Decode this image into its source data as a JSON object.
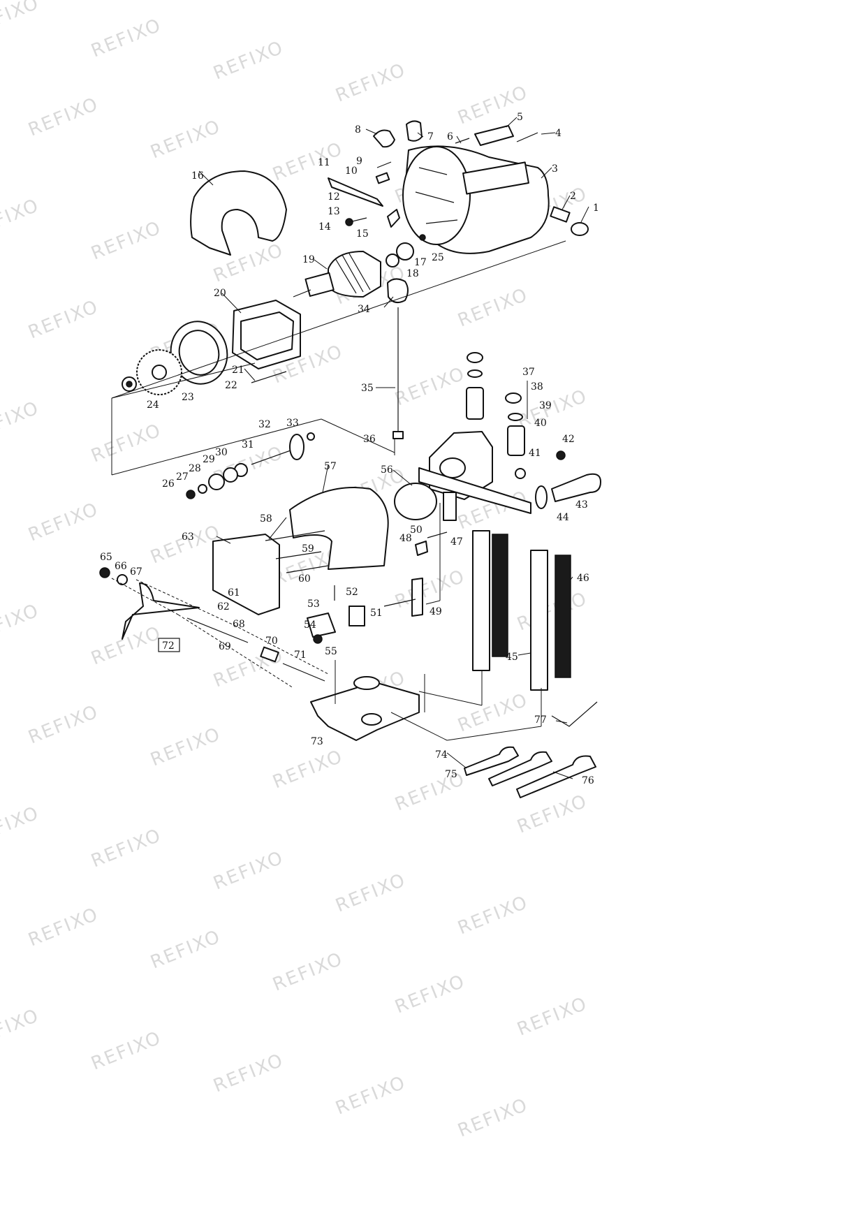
{
  "watermark": "REFIXO",
  "boxed_label": "72",
  "callouts": [
    "1",
    "2",
    "3",
    "4",
    "5",
    "6",
    "7",
    "8",
    "9",
    "10",
    "11",
    "12",
    "13",
    "14",
    "15",
    "16",
    "17",
    "18",
    "19",
    "20",
    "21",
    "22",
    "23",
    "24",
    "25",
    "26",
    "27",
    "28",
    "29",
    "30",
    "31",
    "32",
    "33",
    "34",
    "35",
    "36",
    "37",
    "38",
    "39",
    "40",
    "41",
    "42",
    "43",
    "44",
    "45",
    "46",
    "47",
    "48",
    "49",
    "50",
    "51",
    "52",
    "53",
    "54",
    "55",
    "56",
    "57",
    "58",
    "59",
    "60",
    "61",
    "62",
    "63",
    "65",
    "66",
    "67",
    "68",
    "69",
    "70",
    "71",
    "73",
    "74",
    "75",
    "76",
    "77"
  ]
}
